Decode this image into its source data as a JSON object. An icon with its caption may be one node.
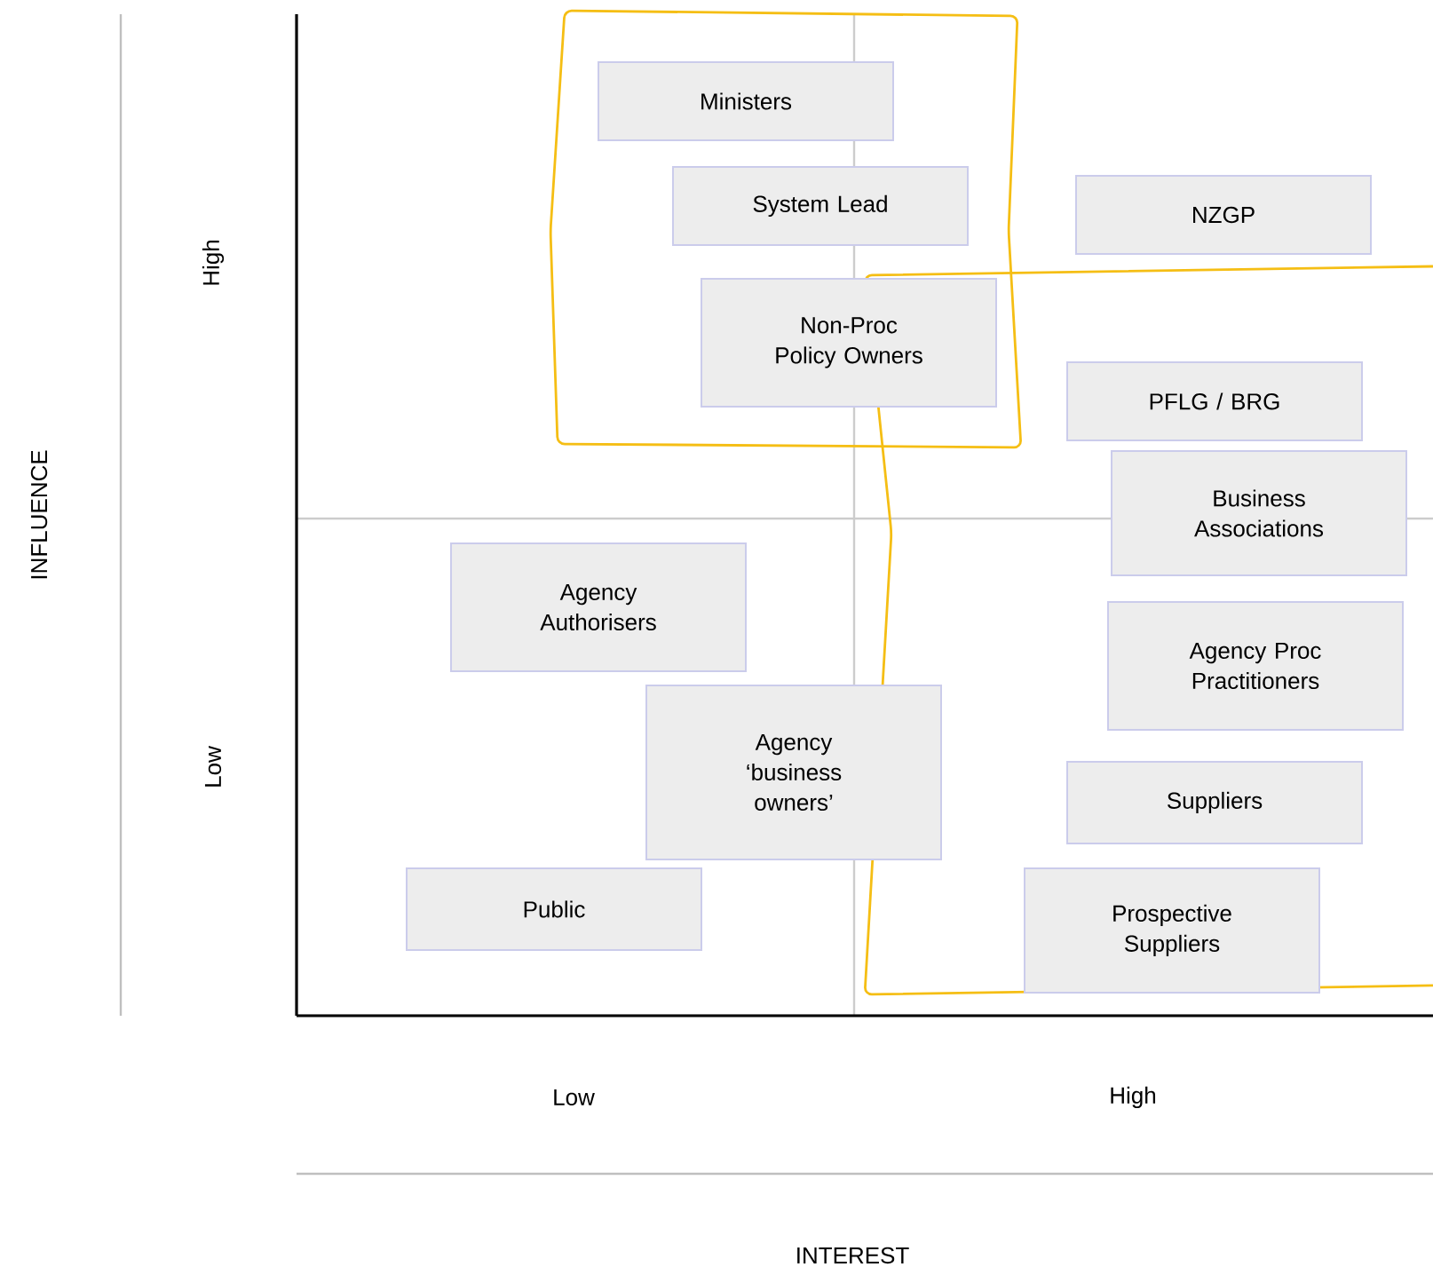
{
  "diagram": {
    "nodes": [
      {
        "text": [
          "Ministers"
        ]
      },
      {
        "text": [
          "System Lead"
        ]
      },
      {
        "text": [
          "NZGP"
        ]
      },
      {
        "text": [
          "Non-Proc Policy Owners"
        ]
      },
      {
        "text": [
          "PFLG / BRG"
        ]
      },
      {
        "text": [
          "Business Associations"
        ]
      },
      {
        "text": [
          "Agency Authorisers"
        ]
      },
      {
        "text": [
          "Agency Proc Practitioners"
        ]
      },
      {
        "text": [
          "Agency ‘business owners’"
        ]
      },
      {
        "text": [
          "Suppliers"
        ]
      },
      {
        "text": [
          "Public"
        ]
      },
      {
        "text": [
          "Prospective Suppliers"
        ]
      }
    ],
    "labels": [
      "High",
      "INFLUENCE",
      "Low",
      "Low",
      "High",
      "INTEREST"
    ]
  }
}
